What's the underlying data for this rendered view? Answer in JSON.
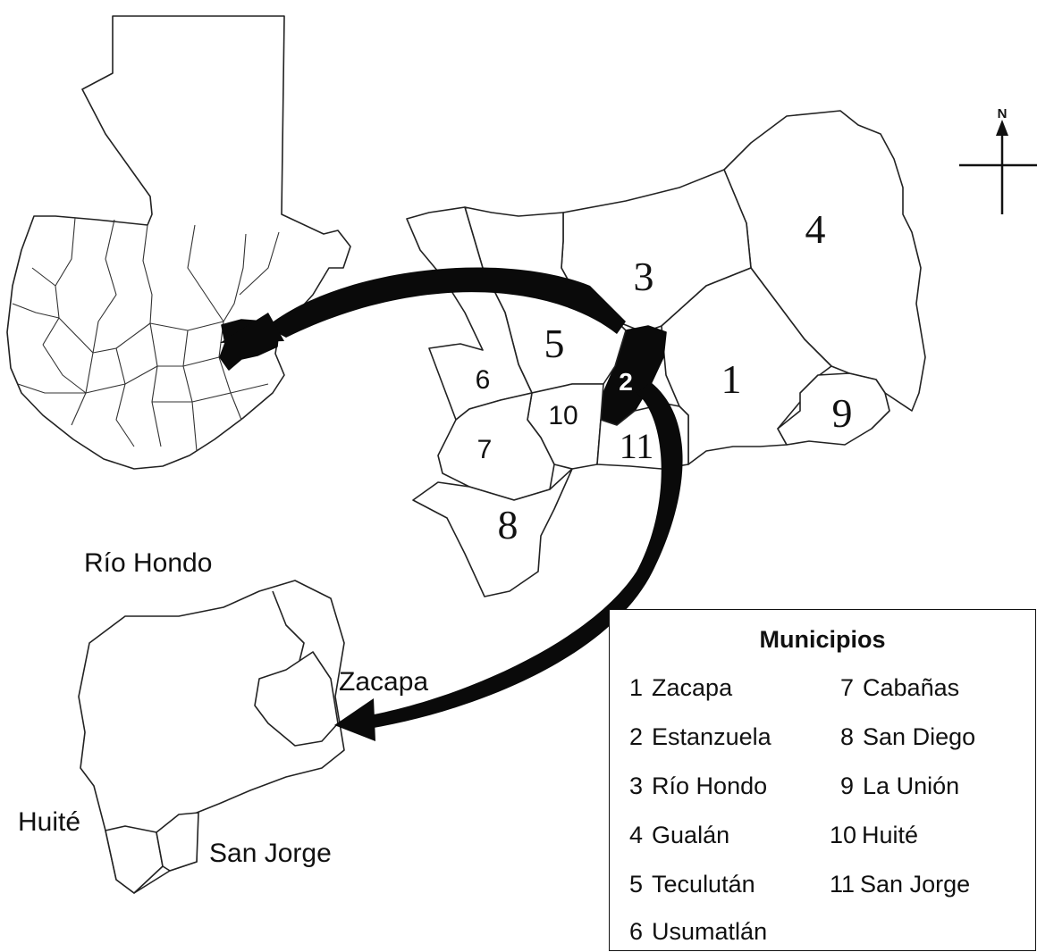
{
  "compass": {
    "label": "N"
  },
  "labels": {
    "rio_hondo": "Río Hondo",
    "zacapa": "Zacapa",
    "huite": "Huité",
    "san_jorge": "San Jorge"
  },
  "district_numbers": [
    "1",
    "2",
    "3",
    "4",
    "5",
    "6",
    "7",
    "8",
    "9",
    "10",
    "11"
  ],
  "legend": {
    "title": "Municipios",
    "items": [
      {
        "num": "1",
        "name": "Zacapa"
      },
      {
        "num": "2",
        "name": "Estanzuela"
      },
      {
        "num": "3",
        "name": "Río Hondo"
      },
      {
        "num": "4",
        "name": "Gualán"
      },
      {
        "num": "5",
        "name": "Teculután"
      },
      {
        "num": "6",
        "name": "Usumatlán"
      },
      {
        "num": "7",
        "name": "Cabañas"
      },
      {
        "num": "8",
        "name": "San Diego"
      },
      {
        "num": "9",
        "name": "La Unión"
      },
      {
        "num": "10",
        "name": "Huité"
      },
      {
        "num": "11",
        "name": "San Jorge"
      }
    ]
  },
  "colors": {
    "ink": "#111111",
    "fill": "#ffffff",
    "highlight": "#0a0a0a"
  }
}
